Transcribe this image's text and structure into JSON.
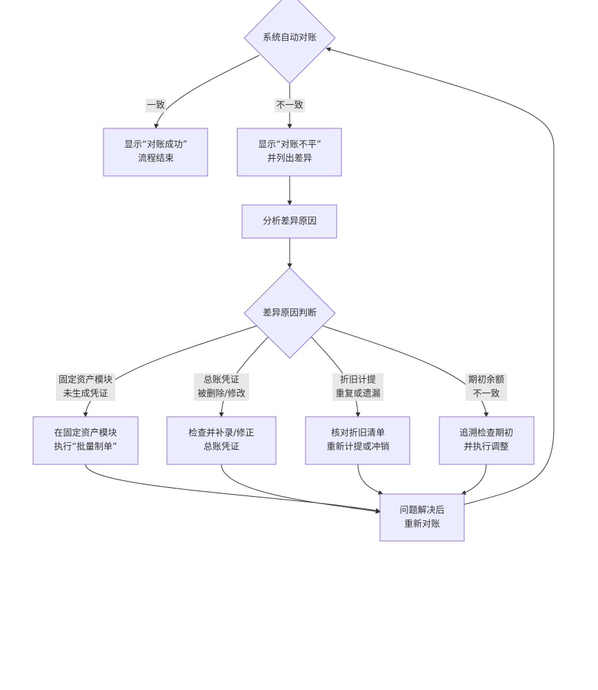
{
  "colors": {
    "node_fill": "#ECECFF",
    "node_stroke": "#9370DB",
    "edge": "#333333",
    "edge_label_bg": "#e8e8e8",
    "text": "#333333"
  },
  "nodes": {
    "auto_reconcile": {
      "lines": [
        "系统自动对账"
      ]
    },
    "show_success": {
      "lines": [
        "显示“对账成功”",
        "流程结束"
      ]
    },
    "show_unbalanced": {
      "lines": [
        "显示“对账不平”",
        "并列出差异"
      ]
    },
    "analyze_cause": {
      "lines": [
        "分析差异原因"
      ]
    },
    "judge_cause": {
      "lines": [
        "差异原因判断"
      ]
    },
    "batch_voucher": {
      "lines": [
        "在固定资产模块",
        "执行“批量制单”"
      ]
    },
    "fix_voucher": {
      "lines": [
        "检查并补录/修正",
        "总账凭证"
      ]
    },
    "check_depreciation": {
      "lines": [
        "核对折旧清单",
        "重新计提或冲销"
      ]
    },
    "trace_opening": {
      "lines": [
        "追溯检查期初",
        "并执行调整"
      ]
    },
    "re_reconcile": {
      "lines": [
        "问题解决后",
        "重新对账"
      ]
    }
  },
  "edge_labels": {
    "consistent": [
      "一致"
    ],
    "inconsistent": [
      "不一致"
    ],
    "no_voucher": [
      "固定资产模块",
      "未生成凭证"
    ],
    "voucher_deleted": [
      "总账凭证",
      "被删除/修改"
    ],
    "depr_error": [
      "折旧计提",
      "重复或遗漏"
    ],
    "opening_mismatch": [
      "期初余额",
      "不一致"
    ]
  }
}
